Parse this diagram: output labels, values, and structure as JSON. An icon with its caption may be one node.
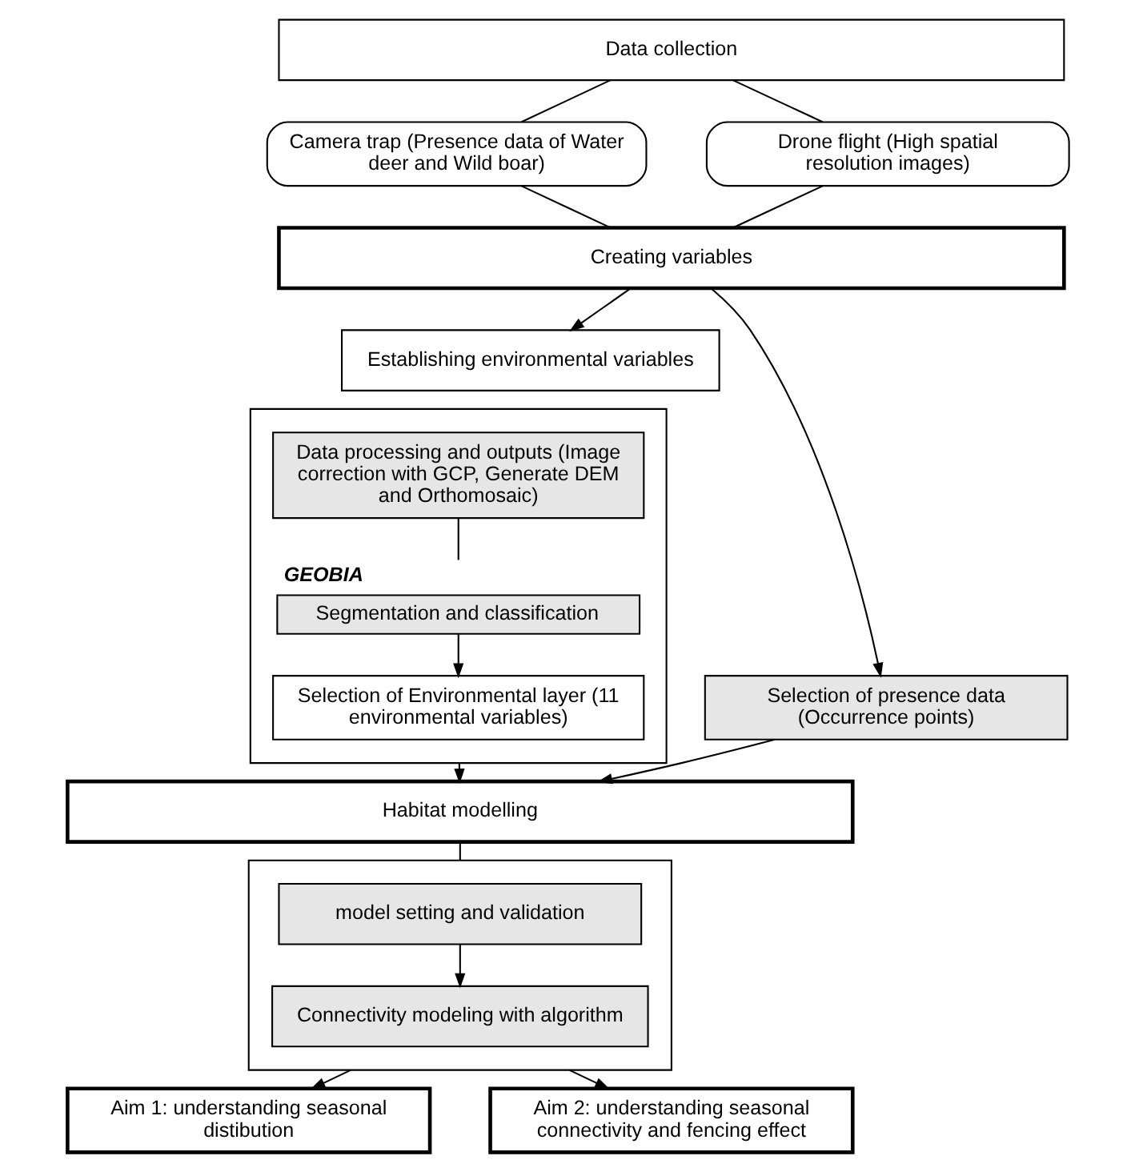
{
  "diagram": {
    "nodes": [
      {
        "text": [
          "Data collection"
        ]
      },
      {
        "text": [
          "Camera trap (Presence data of Water deer and Wild boar)"
        ]
      },
      {
        "text": [
          "Drone flight (High spatial resolution images)"
        ]
      },
      {
        "text": [
          "Creating variables"
        ]
      },
      {
        "text": [
          "Selection of presence data (Occurrence points)"
        ]
      },
      {
        "text": [
          "Establishing environmental variables"
        ]
      },
      {
        "text": [],
        "shape": "box"
      },
      {
        "text": [
          "Data processing and outputs (Image correction with GCP, Generate DEM and Orthomosaic)"
        ],
        "in": 6
      },
      {
        "text": [
          "Segmentation and classification"
        ],
        "in": 6,
        "beside": [
          "GEOBIA"
        ]
      },
      {
        "text": [
          "Selection of Environmental layer (11 environmental variables)"
        ],
        "in": 6
      },
      {
        "text": [
          "Habitat modelling"
        ]
      },
      {
        "text": [],
        "shape": "box"
      },
      {
        "text": [
          "model setting and validation"
        ],
        "in": 11
      },
      {
        "text": [
          "Connectivity modeling with algorithm"
        ],
        "in": 11
      },
      {
        "text": [
          "Aim 1: understanding seasonal distibution"
        ]
      },
      {
        "text": [
          "Aim 2: understanding seasonal connectivity and fencing effect"
        ]
      }
    ],
    "edges": [
      {
        "from": 0,
        "to": 1,
        "arrow": "none"
      },
      {
        "from": 0,
        "to": 2,
        "arrow": "none"
      },
      {
        "from": 1,
        "to": 3,
        "arrow": "none"
      },
      {
        "from": 2,
        "to": 3,
        "arrow": "none"
      },
      {
        "from": 3,
        "to": 4,
        "arrow": "to"
      },
      {
        "from": 3,
        "to": 5,
        "arrow": "to"
      },
      {
        "from": 7,
        "to": 8,
        "arrow": "none"
      },
      {
        "from": 8,
        "to": 9,
        "arrow": "to"
      },
      {
        "from": 4,
        "to": 10,
        "arrow": "to"
      },
      {
        "from": 6,
        "to": 10,
        "arrow": "to"
      },
      {
        "from": 10,
        "to": 11,
        "arrow": "none"
      },
      {
        "from": 12,
        "to": 13,
        "arrow": "to"
      },
      {
        "from": 11,
        "to": 14,
        "arrow": "to"
      },
      {
        "from": 11,
        "to": 15,
        "arrow": "to"
      }
    ]
  }
}
